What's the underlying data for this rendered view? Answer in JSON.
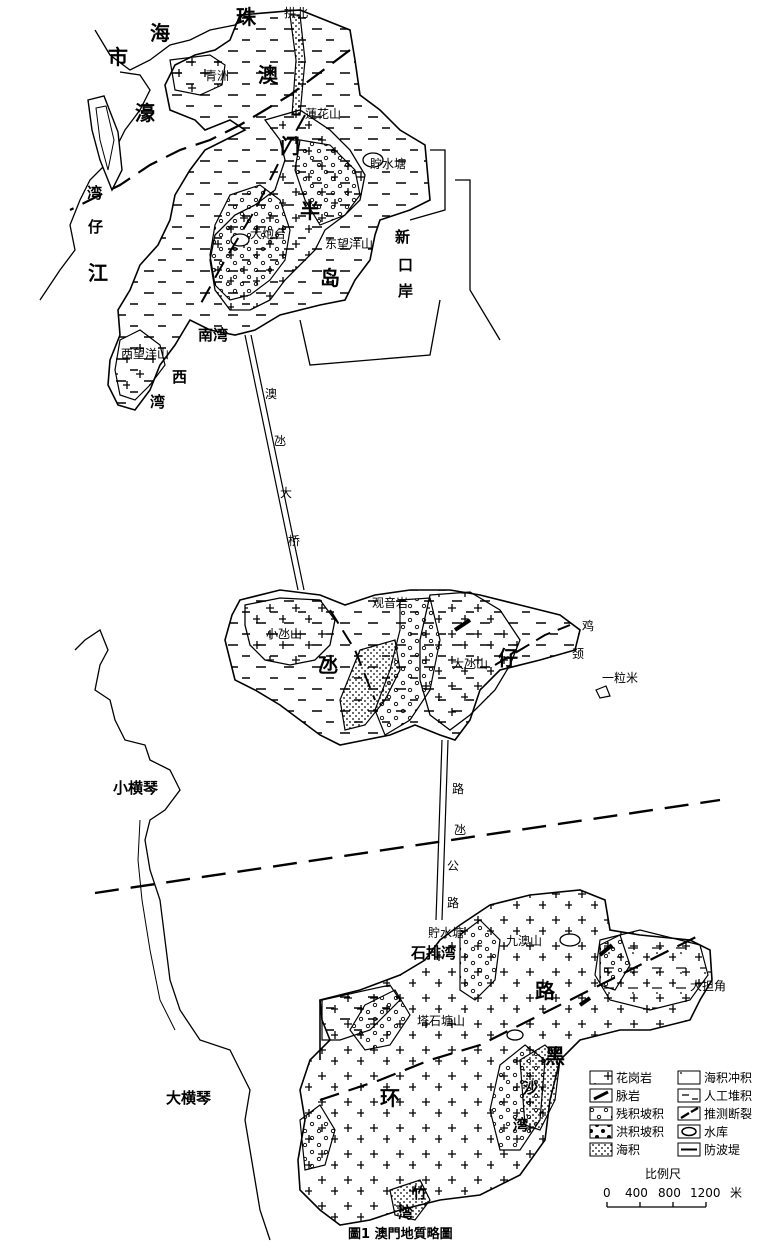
{
  "caption": "圖1 澳門地質略圖",
  "place_labels": {
    "gongbei": "拱北",
    "qingzhou": "青洲",
    "lianhuashan": "蓮花山",
    "zhushuitang_n": "貯水塘",
    "dapaotai": "大炮台",
    "dongwangyangshan": "东望洋山",
    "xiwangyangshan": "西望洋山",
    "guanyinyan": "观音岩",
    "xiaotanshan": "小氹山",
    "datanshan": "大氹山",
    "yilimi": "一粒米",
    "zhushuitang_s": "貯水塘",
    "jiuaoshan": "九澳山",
    "tashitangshan": "塔石塘山",
    "dadanjiao": "大担角",
    "xiaohengqin": "小横琴",
    "dahengqin": "大横琴"
  },
  "region_labels": {
    "zhu": "珠",
    "hai": "海",
    "shi": "市",
    "hao": "濠",
    "jiang": "江",
    "wan_w": "湾",
    "zai_w": "仔",
    "ao": "澳",
    "men": "门",
    "ban": "半",
    "dao": "岛",
    "xin": "新",
    "kou": "口",
    "an": "岸",
    "nanwan": "南湾",
    "xi": "西",
    "xiwan": "湾",
    "bridge_1": "澳",
    "bridge_2": "氹",
    "bridge_3": "大",
    "bridge_4": "桥",
    "tan": "氹",
    "zai": "仔",
    "hong": "鸡",
    "jing": "颈",
    "lu_1": "路",
    "lu_2": "氹",
    "lu_3": "公",
    "lu_4": "路",
    "shipaiwan": "石排湾",
    "lu_big": "路",
    "huan": "环",
    "hei": "黑",
    "sha": "沙",
    "wan_hs": "湾",
    "zhu_bamboo": "竹",
    "wan_z": "湾"
  },
  "legend": {
    "items": [
      {
        "label": "花岗岩",
        "icon": "granite-icon"
      },
      {
        "label": "海积冲积",
        "icon": "marine-alluvial-icon"
      },
      {
        "label": "脉岩",
        "icon": "dyke-icon"
      },
      {
        "label": "人工堆积",
        "icon": "artificial-fill-icon"
      },
      {
        "label": "残积坡积",
        "icon": "residual-colluvial-icon"
      },
      {
        "label": "推测断裂",
        "icon": "inferred-fault-icon"
      },
      {
        "label": "洪积坡积",
        "icon": "proluvial-colluvial-icon"
      },
      {
        "label": "水库",
        "icon": "reservoir-icon"
      },
      {
        "label": "海积",
        "icon": "marine-deposit-icon"
      },
      {
        "label": "防波堤",
        "icon": "breakwater-icon"
      }
    ]
  },
  "scale_bar": {
    "title": "比例尺",
    "ticks": [
      "0",
      "400",
      "800",
      "1200"
    ],
    "unit": "米"
  }
}
